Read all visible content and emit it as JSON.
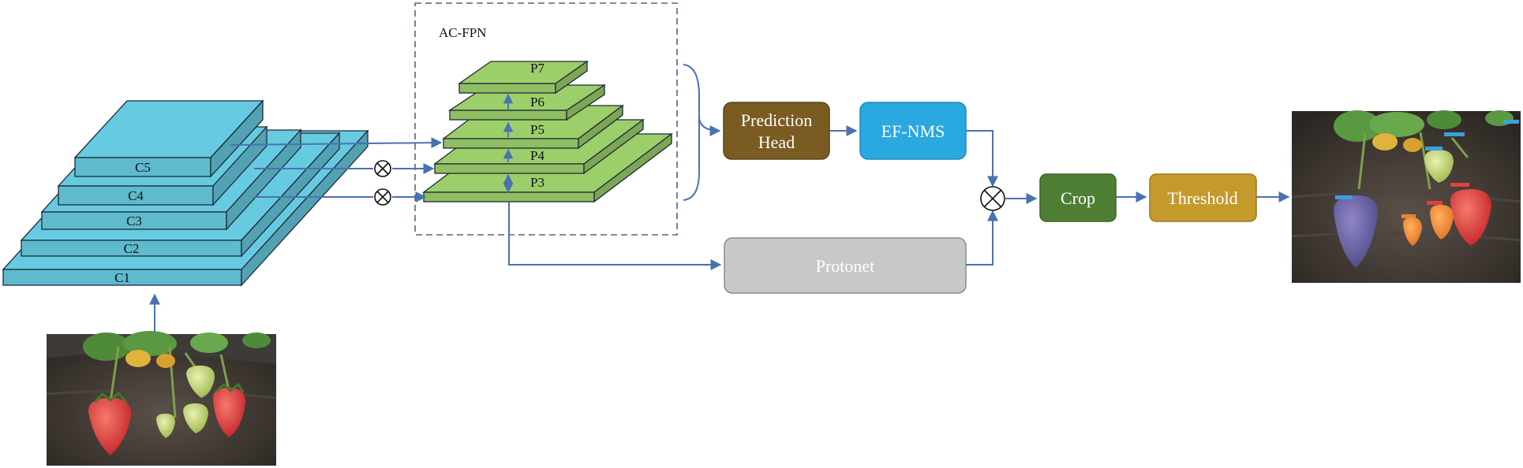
{
  "title": "AC-FPN",
  "backbone": {
    "levels": [
      "C1",
      "C2",
      "C3",
      "C4",
      "C5"
    ],
    "color": "#66cbe0"
  },
  "fpn": {
    "levels": [
      "P3",
      "P4",
      "P5",
      "P6",
      "P7"
    ],
    "color": "#9ccf6a"
  },
  "blocks": {
    "prediction_head": "Prediction Head",
    "ef_nms": "EF-NMS",
    "protonet": "Protonet",
    "crop": "Crop",
    "threshold": "Threshold"
  },
  "operators": {
    "multiply_symbol": "⊗"
  },
  "colors": {
    "arrow": "#4a72b0",
    "prediction_head": "#7a5c22",
    "ef_nms": "#2aa8e0",
    "protonet": "#c8c8c8",
    "crop": "#4f7f35",
    "threshold": "#c49a2c"
  },
  "images": {
    "input": "strawberry-input-photo",
    "output": "strawberry-segmentation-result"
  }
}
